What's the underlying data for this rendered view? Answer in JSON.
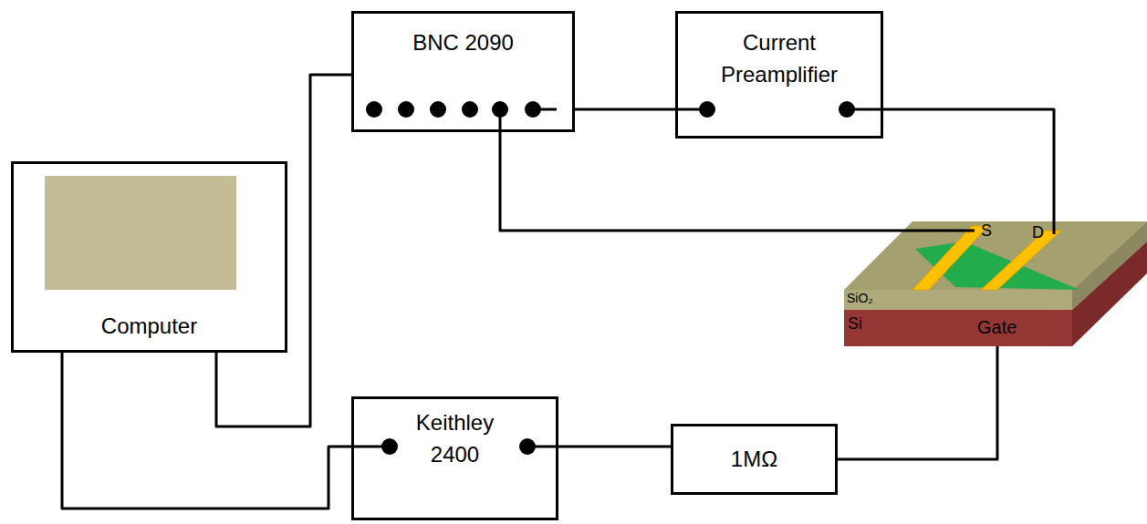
{
  "diagram": {
    "nodes": [
      {
        "text": [
          "BNC 2090"
        ]
      },
      {
        "text": [
          "Current Preamplifier"
        ]
      },
      {
        "text": [
          "Computer"
        ]
      },
      {
        "text": [
          "S",
          "D",
          "SiO₂",
          "Si",
          "Gate"
        ]
      },
      {
        "text": [
          "Keithley 2400"
        ]
      },
      {
        "text": [
          "1MΩ"
        ]
      }
    ],
    "edges": [
      {
        "from": 2,
        "to": 0,
        "arrow": "none"
      },
      {
        "from": 0,
        "to": 1,
        "arrow": "none"
      },
      {
        "from": 1,
        "to": 3,
        "arrow": "none"
      },
      {
        "from": 0,
        "to": 3,
        "arrow": "none"
      },
      {
        "from": 2,
        "to": 4,
        "arrow": "none"
      },
      {
        "from": 4,
        "to": 5,
        "arrow": "none"
      },
      {
        "from": 5,
        "to": 3,
        "arrow": "none"
      }
    ]
  }
}
